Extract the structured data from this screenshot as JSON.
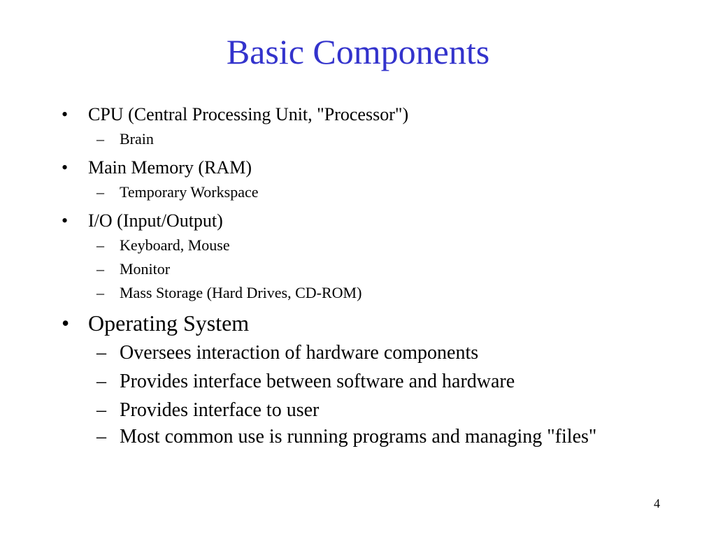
{
  "slide": {
    "title": "Basic Components",
    "page_number": "4"
  },
  "section1": [
    {
      "bullet": "•",
      "text": "CPU (Central Processing Unit, \"Processor\")",
      "subitems": [
        {
          "dash": "–",
          "text": "Brain"
        }
      ]
    },
    {
      "bullet": "•",
      "text": "Main Memory (RAM)",
      "subitems": [
        {
          "dash": "–",
          "text": "Temporary Workspace"
        }
      ]
    },
    {
      "bullet": "•",
      "text": "I/O (Input/Output)",
      "subitems": [
        {
          "dash": "–",
          "text": "Keyboard, Mouse"
        },
        {
          "dash": "–",
          "text": "Monitor"
        },
        {
          "dash": "–",
          "text": "Mass Storage (Hard Drives, CD-ROM)"
        }
      ]
    }
  ],
  "section2": {
    "bullet": "•",
    "text": "Operating System",
    "subitems": [
      {
        "dash": "–",
        "text": "Oversees interaction of hardware components"
      },
      {
        "dash": "–",
        "text": "Provides interface between software and hardware"
      },
      {
        "dash": "–",
        "text": "Provides interface to user"
      },
      {
        "dash": "–",
        "text": "Most common use is running programs and managing \"files\""
      }
    ]
  }
}
